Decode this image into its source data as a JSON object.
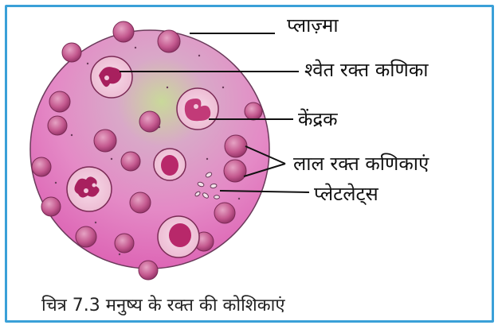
{
  "labels": {
    "plasma": "प्लाज़्मा",
    "wbc": "श्वेत रक्त कणिका",
    "nucleus": "केंद्रक",
    "rbc": "लाल रक्त कणिकाएं",
    "platelets": "प्लेटलेट्स"
  },
  "caption": "चित्र 7.3 मनुष्य के रक्त की कोशिकाएं",
  "colors": {
    "frame": "#3aa0d8",
    "plasma_pink": "#e06ab8",
    "plasma_green": "#b8d28a",
    "rbc": "#c2447e",
    "wbc_nucleus": "#a8205e"
  }
}
